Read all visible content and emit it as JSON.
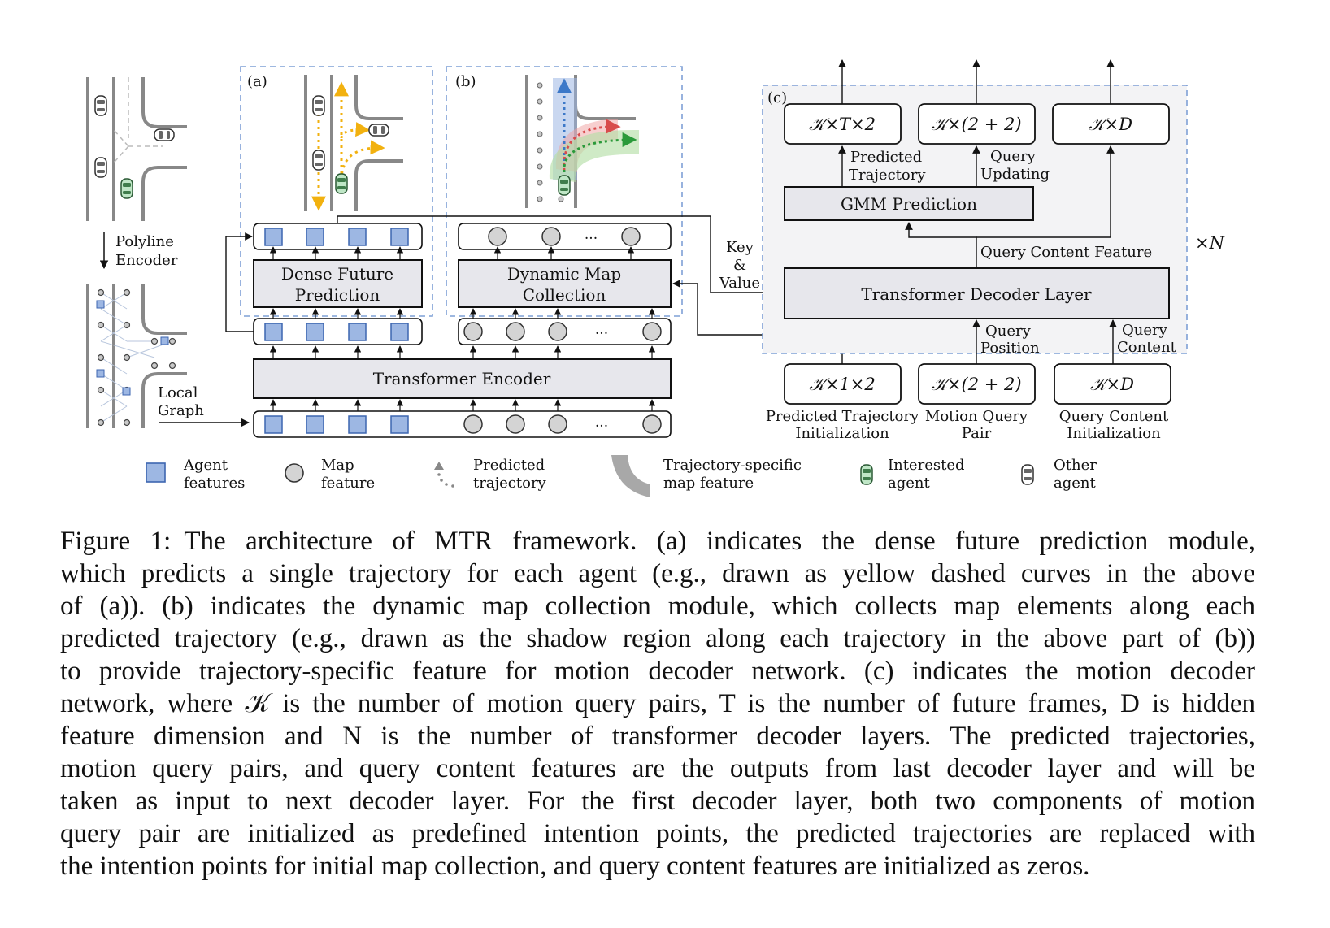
{
  "panels": {
    "a": "(a)",
    "b": "(b)",
    "c": "(c)"
  },
  "left": {
    "polyline_encoder": [
      "Polyline",
      "Encoder"
    ],
    "local_graph": [
      "Local",
      "Graph"
    ]
  },
  "blocks": {
    "dense_future_prediction": [
      "Dense Future",
      "Prediction"
    ],
    "dynamic_map_collection": [
      "Dynamic Map",
      "Collection"
    ],
    "transformer_encoder": "Transformer Encoder",
    "ellipsis": "..."
  },
  "key_value": [
    "Key",
    "&",
    "Value"
  ],
  "decoder": {
    "outputs": [
      "𝒦×T×2",
      "𝒦×(2 + 2)",
      "𝒦×D"
    ],
    "predicted_trajectory_label": [
      "Predicted",
      "Trajectory"
    ],
    "query_updating_label": [
      "Query",
      "Updating"
    ],
    "gmm_prediction": "GMM Prediction",
    "query_content_feature": "Query Content Feature",
    "repeat": "×N",
    "transformer_decoder_layer": "Transformer Decoder Layer",
    "query_position_label": [
      "Query",
      "Position"
    ],
    "query_content_label": [
      "Query",
      "Content"
    ],
    "inputs": [
      "𝒦×1×2",
      "𝒦×(2 + 2)",
      "𝒦×D"
    ],
    "input_labels": [
      [
        "Predicted Trajectory",
        "Initialization"
      ],
      [
        "Motion Query",
        "Pair"
      ],
      [
        "Query Content",
        "Initialization"
      ]
    ]
  },
  "legend": [
    {
      "icon": "square-icon",
      "label": [
        "Agent",
        "features"
      ]
    },
    {
      "icon": "circle-icon",
      "label": [
        "Map",
        "feature"
      ]
    },
    {
      "icon": "dotted-arrow-icon",
      "label": [
        "Predicted",
        "trajectory"
      ]
    },
    {
      "icon": "curved-band-icon",
      "label": [
        "Trajectory-specific",
        "map feature"
      ]
    },
    {
      "icon": "green-car-icon",
      "label": [
        "Interested",
        "agent"
      ]
    },
    {
      "icon": "gray-car-icon",
      "label": [
        "Other",
        "agent"
      ]
    }
  ],
  "colors": {
    "agent_fill": "#9db7e3",
    "agent_stroke": "#3d66b0",
    "map_fill": "#d4d4d4",
    "block_fill": "#e7e7ec",
    "panel_border": "#7fa0d6",
    "panel_c_fill": "#f3f3f5",
    "trajectory_yellow": "#f2b10f",
    "trajectory_blue": "#3c78c8",
    "trajectory_red": "#d84c4c",
    "trajectory_green": "#2a9a3a"
  },
  "caption": {
    "label": "Figure 1:",
    "lines": [
      "The architecture of MTR framework. (a) indicates the dense future prediction module,",
      "which predicts a single trajectory for each agent (e.g., drawn as yellow dashed curves in the above",
      "of (a)). (b) indicates the dynamic map collection module, which collects map elements along each",
      "predicted trajectory (e.g., drawn as the shadow region along each trajectory in the above part of (b))",
      "to provide trajectory-specific feature for motion decoder network. (c) indicates the motion decoder",
      "network, where 𝒦 is the number of motion query pairs, T is the number of future frames, D is hidden",
      "feature dimension and N is the number of transformer decoder layers. The predicted trajectories,",
      "motion query pairs, and query content features are the outputs from last decoder layer and will be",
      "taken as input to next decoder layer. For the first decoder layer, both two components of motion",
      "query pair are initialized as predefined intention points, the predicted trajectories are replaced with",
      "the intention points for initial map collection, and query content features are initialized as zeros."
    ]
  }
}
